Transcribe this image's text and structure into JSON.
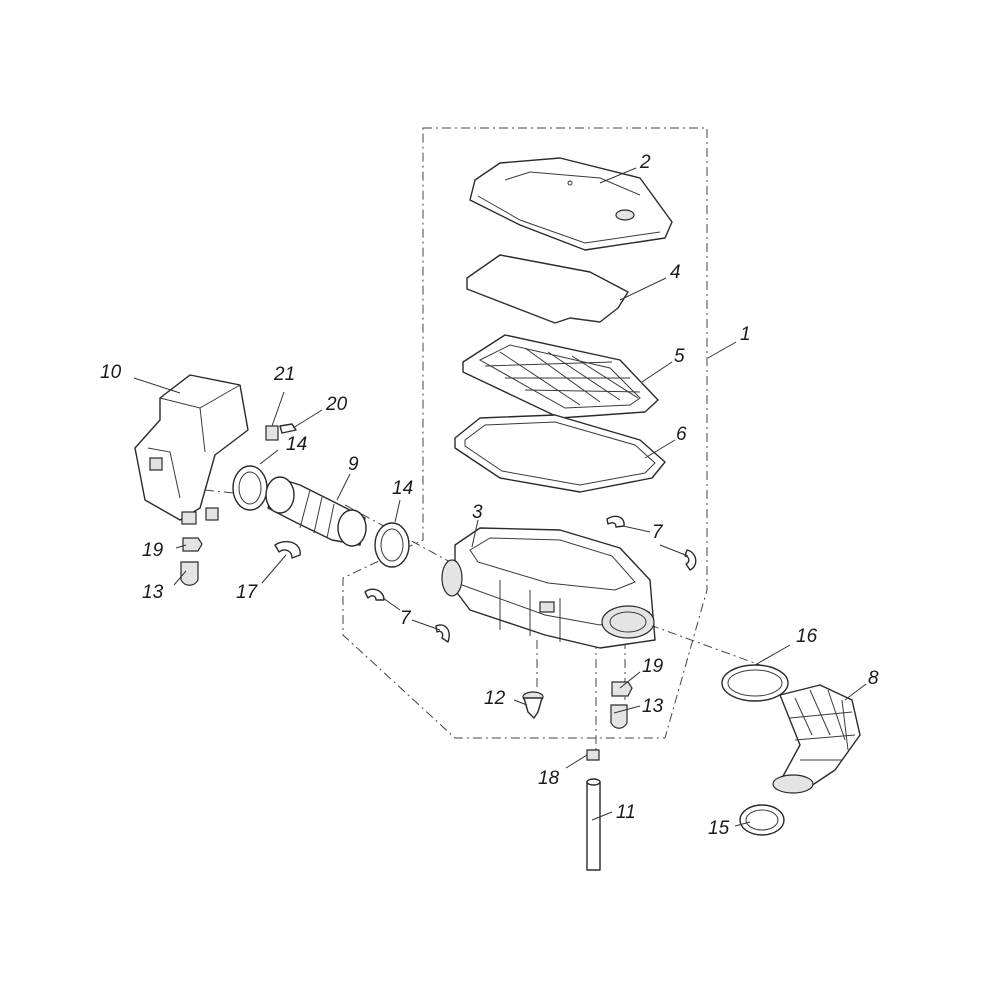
{
  "callouts": {
    "c1": "1",
    "c2": "2",
    "c3": "3",
    "c4": "4",
    "c5": "5",
    "c6": "6",
    "c7a": "7",
    "c7b": "7",
    "c8": "8",
    "c9": "9",
    "c10": "10",
    "c11": "11",
    "c12": "12",
    "c13a": "13",
    "c13b": "13",
    "c14a": "14",
    "c14b": "14",
    "c15": "15",
    "c16": "16",
    "c17": "17",
    "c18": "18",
    "c19a": "19",
    "c19b": "19",
    "c20": "20",
    "c21": "21"
  }
}
